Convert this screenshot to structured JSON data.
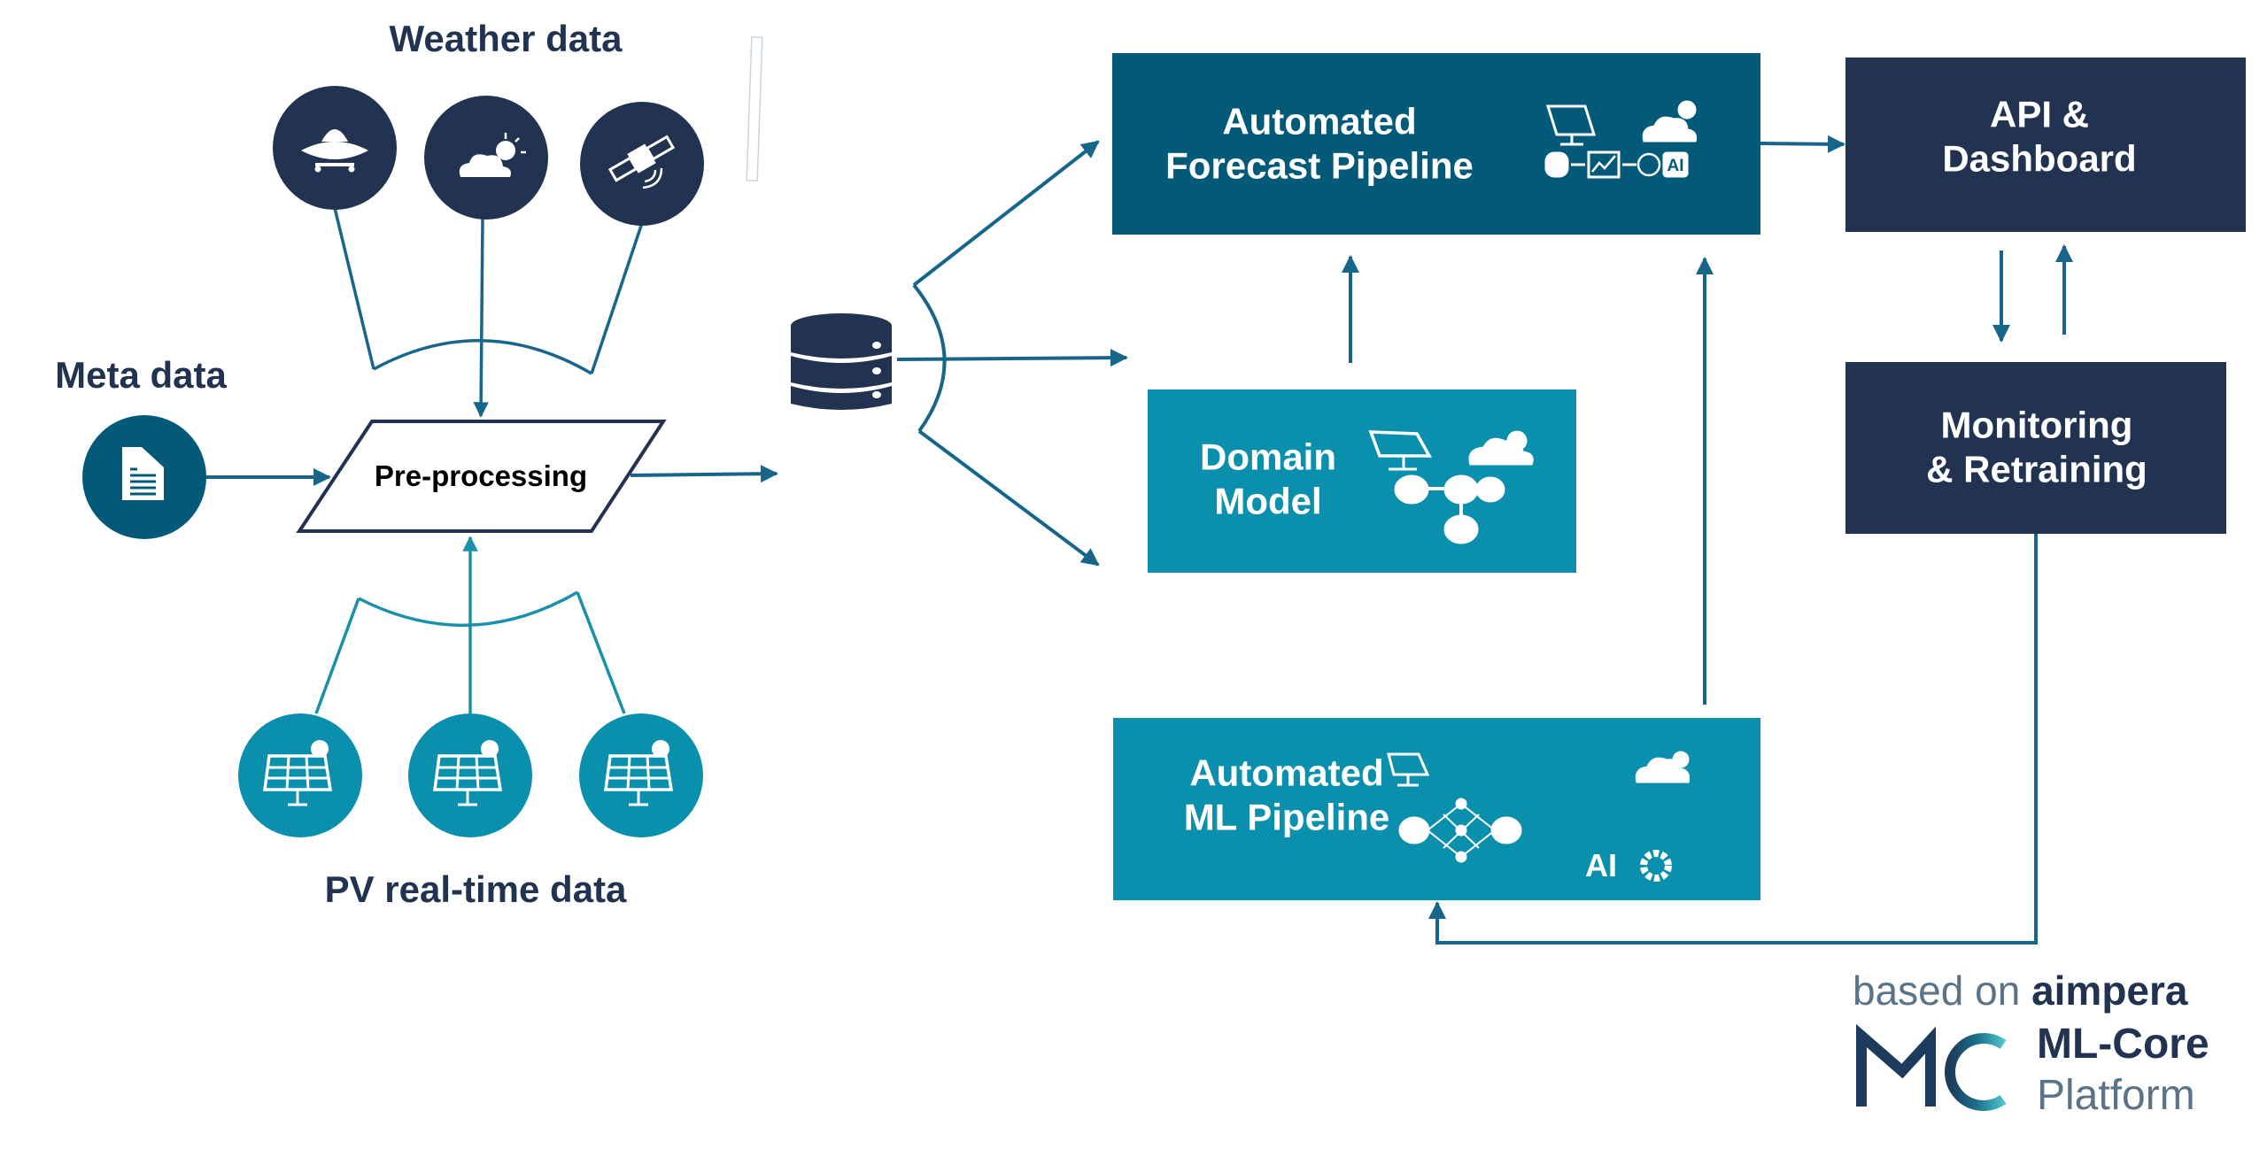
{
  "colors": {
    "navy": "#213350",
    "teal_dark": "#035a78",
    "teal_light": "#0a8fac",
    "connector": "#17668a",
    "connector_light": "#1a90ab",
    "text_dark": "#213350"
  },
  "labels": {
    "weather": "Weather data",
    "meta": "Meta data",
    "pv": "PV real-time data"
  },
  "inputs": {
    "weather_icons": [
      "weather-balloon-icon",
      "cloud-sun-icon",
      "satellite-icon"
    ],
    "meta_icon": "document-icon",
    "pv_icons": [
      "solar-panel-sun-icon",
      "solar-panel-sun-icon",
      "solar-panel-sun-icon"
    ]
  },
  "preprocessing": {
    "label": "Pre-processing"
  },
  "database": {
    "icon": "database-icon"
  },
  "boxes": {
    "forecast": {
      "line1": "Automated",
      "line2": "Forecast Pipeline",
      "icons": [
        "solar-panel-icon",
        "cloud-sun-icon",
        "database-icon",
        "chart-icon",
        "neural-network-ai-icon"
      ]
    },
    "domain": {
      "line1": "Domain",
      "line2": "Model",
      "icons": [
        "solar-panel-icon",
        "cloud-sun-icon",
        "energy-network-icon"
      ]
    },
    "ml": {
      "line1": "Automated",
      "line2": "ML Pipeline",
      "icons": [
        "solar-panel-icon",
        "cloud-sun-icon",
        "neural-network-icon",
        "ai-gear-icon"
      ]
    },
    "api": {
      "line1": "API &",
      "line2": "Dashboard"
    },
    "monitoring": {
      "line1": "Monitoring",
      "line2": "& Retraining"
    }
  },
  "branding": {
    "prefix": "based on",
    "company": "aimpera",
    "product_line1": "ML-Core",
    "product_line2": "Platform",
    "logo": "mc-logo-icon"
  }
}
